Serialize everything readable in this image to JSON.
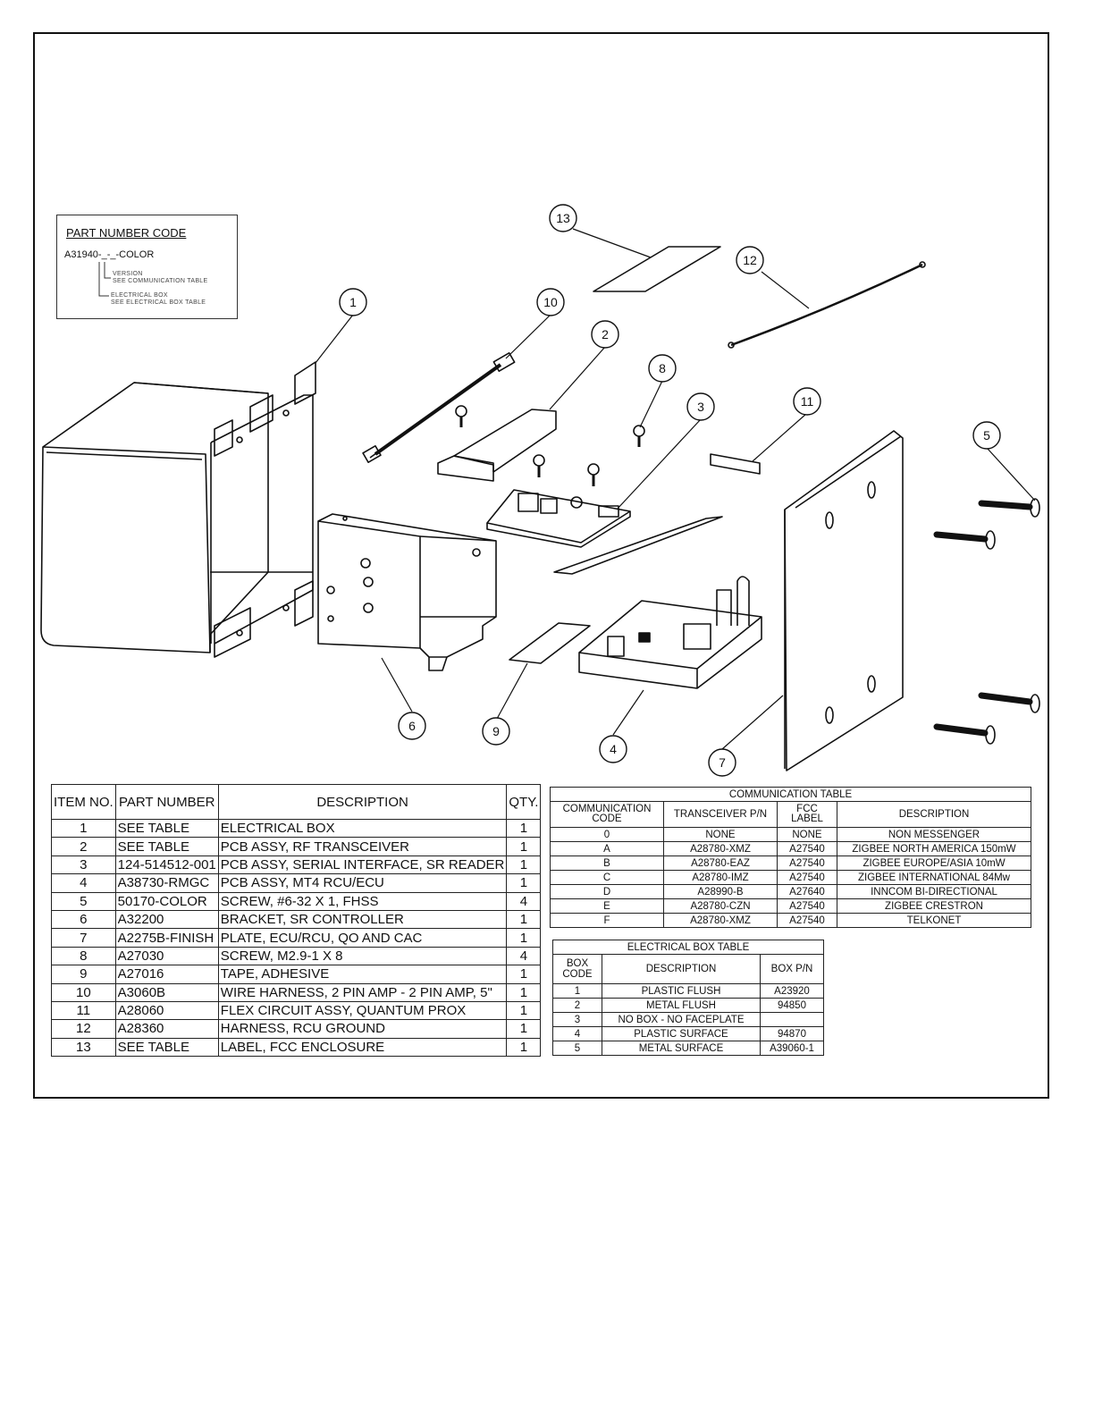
{
  "part_number_code": {
    "title": "PART NUMBER CODE",
    "code": "A31940-_-_-COLOR",
    "version_note_1": "VERSION",
    "version_note_2": "SEE COMMUNICATION TABLE",
    "box_note_1": "ELECTRICAL BOX",
    "box_note_2": "SEE ELECTRICAL BOX TABLE"
  },
  "callouts": [
    "1",
    "2",
    "3",
    "4",
    "5",
    "6",
    "7",
    "8",
    "9",
    "10",
    "11",
    "12",
    "13"
  ],
  "bom": {
    "headers": {
      "item_no": "ITEM NO.",
      "part_number": "PART NUMBER",
      "description": "DESCRIPTION",
      "qty": "QTY."
    },
    "rows": [
      {
        "item": "1",
        "part": "SEE TABLE",
        "desc": "ELECTRICAL BOX",
        "qty": "1"
      },
      {
        "item": "2",
        "part": "SEE TABLE",
        "desc": "PCB ASSY, RF TRANSCEIVER",
        "qty": "1"
      },
      {
        "item": "3",
        "part": "124-514512-001",
        "desc": "PCB ASSY, SERIAL INTERFACE, SR READER",
        "qty": "1"
      },
      {
        "item": "4",
        "part": "A38730-RMGC",
        "desc": "PCB ASSY, MT4 RCU/ECU",
        "qty": "1"
      },
      {
        "item": "5",
        "part": "50170-COLOR",
        "desc": "SCREW, #6-32 X 1, FHSS",
        "qty": "4"
      },
      {
        "item": "6",
        "part": "A32200",
        "desc": "BRACKET, SR CONTROLLER",
        "qty": "1"
      },
      {
        "item": "7",
        "part": "A2275B-FINISH",
        "desc": "PLATE, ECU/RCU, QO AND CAC",
        "qty": "1"
      },
      {
        "item": "8",
        "part": "A27030",
        "desc": "SCREW, M2.9-1 X 8",
        "qty": "4"
      },
      {
        "item": "9",
        "part": "A27016",
        "desc": "TAPE, ADHESIVE",
        "qty": "1"
      },
      {
        "item": "10",
        "part": "A3060B",
        "desc": "WIRE HARNESS, 2 PIN AMP - 2 PIN AMP, 5\"",
        "qty": "1"
      },
      {
        "item": "11",
        "part": "A28060",
        "desc": "FLEX CIRCUIT ASSY, QUANTUM PROX",
        "qty": "1"
      },
      {
        "item": "12",
        "part": "A28360",
        "desc": "HARNESS, RCU GROUND",
        "qty": "1"
      },
      {
        "item": "13",
        "part": "SEE TABLE",
        "desc": "LABEL, FCC ENCLOSURE",
        "qty": "1"
      }
    ]
  },
  "communication_table": {
    "title": "COMMUNICATION TABLE",
    "headers": {
      "code_1": "COMMUNICATION",
      "code_2": "CODE",
      "transceiver": "TRANSCEIVER P/N",
      "fcc_1": "FCC",
      "fcc_2": "LABEL",
      "description": "DESCRIPTION"
    },
    "rows": [
      {
        "code": "0",
        "pn": "NONE",
        "fcc": "NONE",
        "desc": "NON MESSENGER"
      },
      {
        "code": "A",
        "pn": "A28780-XMZ",
        "fcc": "A27540",
        "desc": "ZIGBEE NORTH AMERICA 150mW"
      },
      {
        "code": "B",
        "pn": "A28780-EAZ",
        "fcc": "A27540",
        "desc": "ZIGBEE EUROPE/ASIA 10mW"
      },
      {
        "code": "C",
        "pn": "A28780-IMZ",
        "fcc": "A27540",
        "desc": "ZIGBEE INTERNATIONAL 84Mw"
      },
      {
        "code": "D",
        "pn": "A28990-B",
        "fcc": "A27640",
        "desc": "INNCOM BI-DIRECTIONAL"
      },
      {
        "code": "E",
        "pn": "A28780-CZN",
        "fcc": "A27540",
        "desc": "ZIGBEE CRESTRON"
      },
      {
        "code": "F",
        "pn": "A28780-XMZ",
        "fcc": "A27540",
        "desc": "TELKONET"
      }
    ]
  },
  "electrical_box_table": {
    "title": "ELECTRICAL BOX TABLE",
    "headers": {
      "code_1": "BOX",
      "code_2": "CODE",
      "description": "DESCRIPTION",
      "pn": "BOX P/N"
    },
    "rows": [
      {
        "code": "1",
        "desc": "PLASTIC FLUSH",
        "pn": "A23920"
      },
      {
        "code": "2",
        "desc": "METAL FLUSH",
        "pn": "94850"
      },
      {
        "code": "3",
        "desc": "NO BOX - NO FACEPLATE",
        "pn": ""
      },
      {
        "code": "4",
        "desc": "PLASTIC SURFACE",
        "pn": "94870"
      },
      {
        "code": "5",
        "desc": "METAL SURFACE",
        "pn": "A39060-1"
      }
    ]
  }
}
